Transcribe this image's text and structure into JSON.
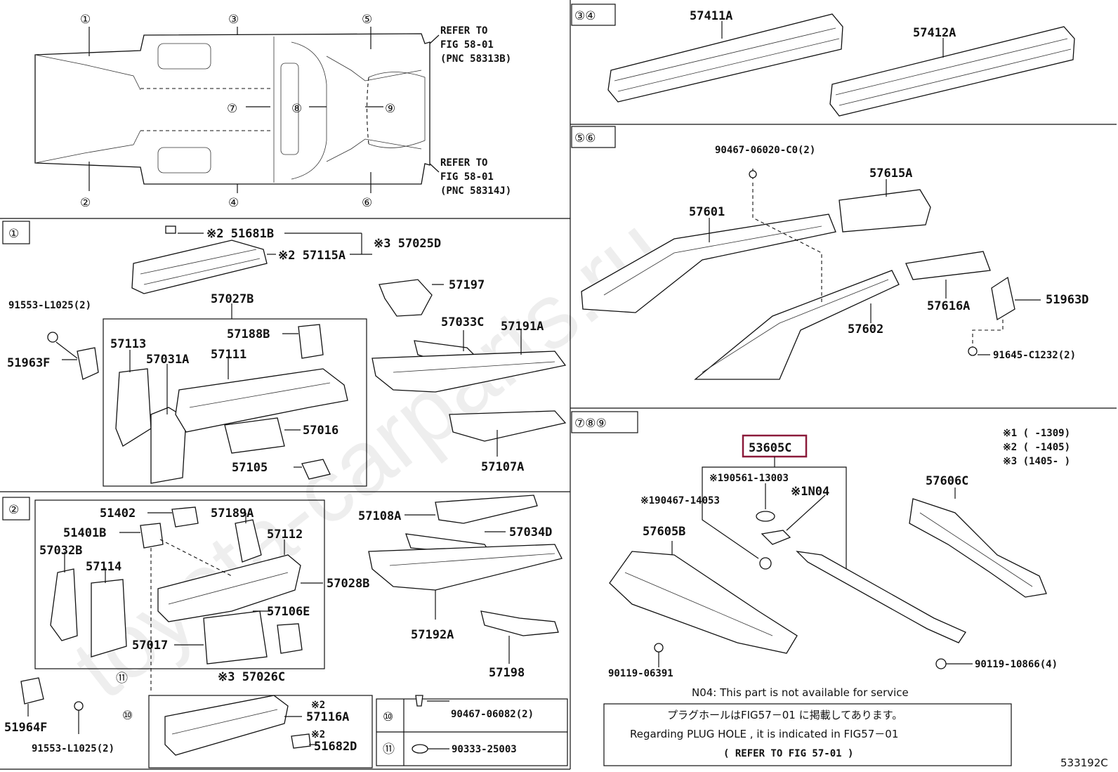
{
  "watermark": "toyota-carparts.ru",
  "figure_code": "533192C",
  "overview": {
    "callouts": [
      "①",
      "②",
      "③",
      "④",
      "⑤",
      "⑥",
      "⑦",
      "⑧",
      "⑨"
    ],
    "refer_top": [
      "REFER TO",
      "FIG 58-01",
      "(PNC 58313B)"
    ],
    "refer_bottom": [
      "REFER TO",
      "FIG 58-01",
      "(PNC 58314J)"
    ]
  },
  "panel_34": {
    "label": "③④",
    "parts": [
      "57411A",
      "57412A"
    ]
  },
  "panel_56": {
    "label": "⑤⑥",
    "parts": [
      "90467-06020-C0(2)",
      "57615A",
      "57601",
      "57616A",
      "51963D",
      "57602",
      "91645-C1232(2)"
    ]
  },
  "panel_1": {
    "label": "①",
    "parts": {
      "p51681B": "※2 51681B",
      "p57115A": "※2 57115A",
      "p57025D": "※3 57025D",
      "p57197": "57197",
      "p91553": "91553-L1025(2)",
      "p57027B": "57027B",
      "p51963F": "51963F",
      "p57113": "57113",
      "p57188B": "57188B",
      "p57033C": "57033C",
      "p57191A": "57191A",
      "p57031A": "57031A",
      "p57111": "57111",
      "p57016": "57016",
      "p57105": "57105",
      "p57107A": "57107A"
    }
  },
  "panel_2": {
    "label": "②",
    "parts": {
      "p51402": "51402",
      "p57189A": "57189A",
      "p57108A": "57108A",
      "p51401B": "51401B",
      "p57112": "57112",
      "p57034D": "57034D",
      "p57032B": "57032B",
      "p57114": "57114",
      "p57028B": "57028B",
      "p57106E": "57106E",
      "p57017": "57017",
      "p57192A": "57192A",
      "p57198": "57198",
      "p57026C": "※3 57026C",
      "p51964F": "51964F",
      "p57116A_mark": "※2",
      "p57116A": "57116A",
      "p51682D_mark": "※2",
      "p51682D": "51682D",
      "p91553b": "91553-L1025(2)",
      "c11": "⑪",
      "c10": "⑩"
    },
    "legend": [
      {
        "callout": "⑩",
        "part": "90467-06082(2)"
      },
      {
        "callout": "⑪",
        "part": "90333-25003"
      }
    ]
  },
  "panel_789": {
    "label": "⑦⑧⑨",
    "highlight": "53605C",
    "parts": {
      "p190561": "※190561-13003",
      "p190467": "※190467-14053",
      "pN04": "※1N04",
      "p57606C": "57606C",
      "p57605B": "57605B",
      "p90119a": "90119-06391",
      "p90119b": "90119-10866(4)"
    },
    "notes": [
      "※1 (      -1309)",
      "※2 (      -1405)",
      "※3 (1405-      )"
    ],
    "n04_note": "N04: This part is not available for service",
    "box_lines": [
      "プラグホールはFIG57－01 に掲載してあります。",
      "Regarding  PLUG HOLE , it is indicated in FIG57－01",
      "(   REFER TO FIG 57-01   )"
    ]
  }
}
